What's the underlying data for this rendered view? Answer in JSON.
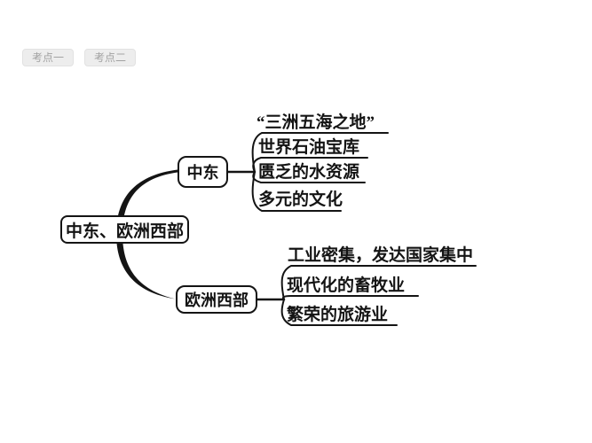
{
  "toolbar": {
    "buttons": [
      {
        "label": "考点一"
      },
      {
        "label": "考点二"
      }
    ]
  },
  "diagram": {
    "root": {
      "label": "中东、欧洲西部"
    },
    "branches": [
      {
        "node": {
          "label": "中东"
        },
        "items": [
          {
            "text": "“三洲五海之地”"
          },
          {
            "text": "世界石油宝库"
          },
          {
            "text": "匮乏的水资源"
          },
          {
            "text": "多元的文化"
          }
        ]
      },
      {
        "node": {
          "label": "欧洲西部"
        },
        "items": [
          {
            "text": "工业密集，发达国家集中"
          },
          {
            "text": "现代化的畜牧业"
          },
          {
            "text": "繁荣的旅游业"
          }
        ]
      }
    ],
    "colors": {
      "line": "#141414",
      "box_border": "#141414",
      "box_fill": "#ffffff",
      "button_bg": "#ededed",
      "button_text": "#a2a2a2",
      "background": "#ffffff"
    }
  }
}
